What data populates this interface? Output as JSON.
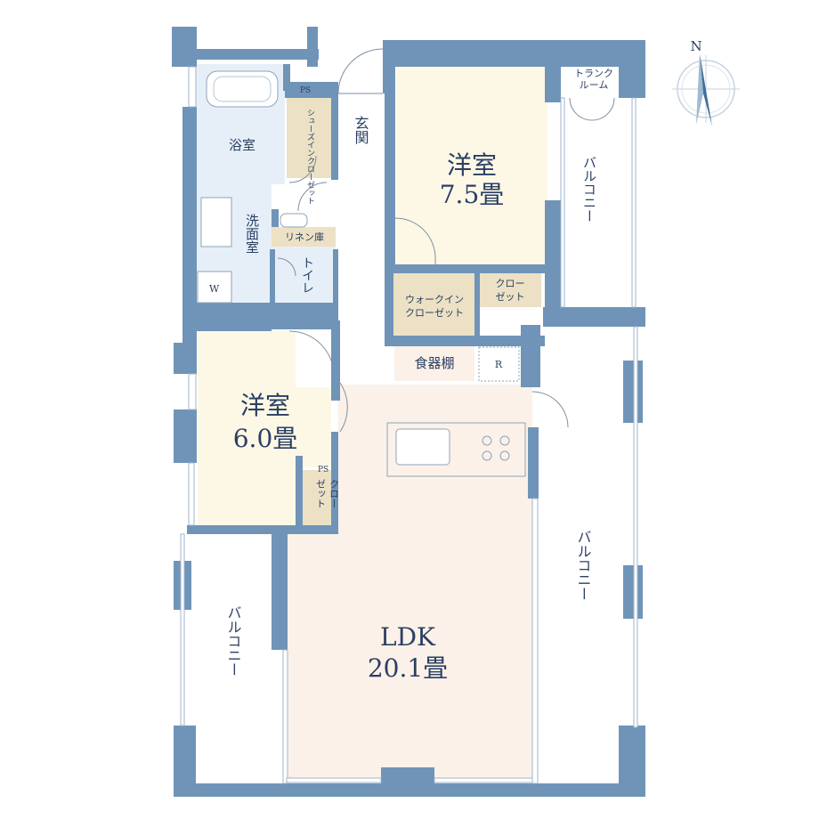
{
  "rooms": {
    "bathroom": "浴室",
    "shoe_closet": "シューズインクローゼット",
    "shoe_closet_ps": "PS",
    "entrance": "玄関",
    "washroom": "洗面室",
    "washer": "W",
    "linen": "リネン庫",
    "toilet": "トイレ",
    "western1_name": "洋室",
    "western1_size": "7.5畳",
    "trunk_room": "トランクルーム",
    "balcony_upper": "バルコニー",
    "walkin_closet": "ウォークインクローゼット",
    "closet_small": "クローゼット",
    "cupboard": "食器棚",
    "fridge": "R",
    "western2_name": "洋室",
    "western2_size": "6.0畳",
    "closet2_ps": "PS",
    "closet2": "クローゼット",
    "ldk_name": "LDK",
    "ldk_size": "20.1畳",
    "balcony_right": "バルコニー",
    "balcony_left": "バルコニー"
  },
  "compass": {
    "north_label": "N"
  },
  "colors": {
    "wall": "#6f94b8",
    "wet_area": "#e6eff8",
    "western_room": "#fdf8e6",
    "ldk": "#fbf1e8",
    "storage": "#ece1c4",
    "text": "#2b3f63"
  }
}
